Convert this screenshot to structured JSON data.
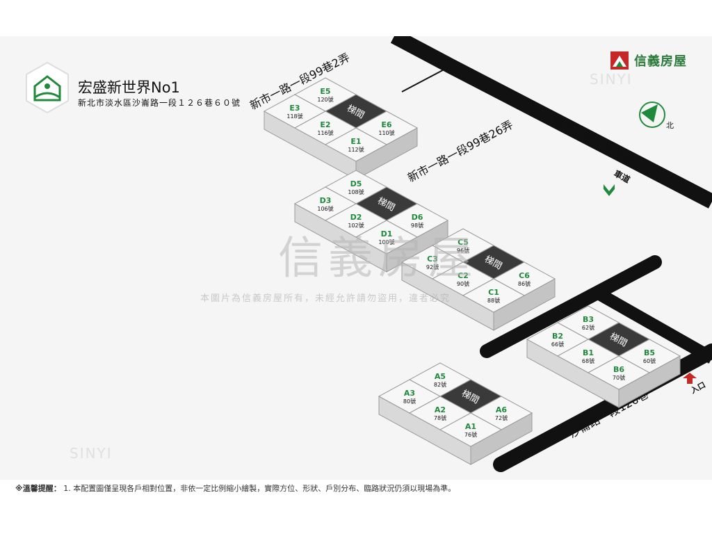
{
  "header": {
    "title": "宏盛新世界No1",
    "address": "新北市淡水區沙崙路一段１２６巷６０號",
    "brand": "信義房屋",
    "brand_color": "#1f8a3b"
  },
  "roads": {
    "road1": "新市一路一段99巷2弄",
    "road2": "新市一路一段99巷26弄",
    "road3": "新市一路一段99巷",
    "road4": "沙崙路一段126巷"
  },
  "labels": {
    "north": "北",
    "ramp": "車道",
    "entrance": "入口",
    "stair": "梯間"
  },
  "buildings": {
    "E": [
      {
        "code": "E5",
        "num": "120號"
      },
      {
        "code": "E3",
        "num": "118號"
      },
      {
        "code": "E6",
        "num": "110號"
      },
      {
        "code": "E2",
        "num": "116號"
      },
      {
        "code": "E1",
        "num": "112號"
      }
    ],
    "D": [
      {
        "code": "D5",
        "num": "108號"
      },
      {
        "code": "D3",
        "num": "106號"
      },
      {
        "code": "D6",
        "num": "98號"
      },
      {
        "code": "D2",
        "num": "102號"
      },
      {
        "code": "D1",
        "num": "100號"
      }
    ],
    "C": [
      {
        "code": "C5",
        "num": "96號"
      },
      {
        "code": "C3",
        "num": "92號"
      },
      {
        "code": "C6",
        "num": "86號"
      },
      {
        "code": "C2",
        "num": "90號"
      },
      {
        "code": "C1",
        "num": "88號"
      }
    ],
    "B": [
      {
        "code": "B3",
        "num": "62號"
      },
      {
        "code": "B2",
        "num": "66號"
      },
      {
        "code": "B5",
        "num": "60號"
      },
      {
        "code": "B1",
        "num": "68號"
      },
      {
        "code": "B6",
        "num": "70號"
      }
    ],
    "A": [
      {
        "code": "A5",
        "num": "82號"
      },
      {
        "code": "A3",
        "num": "80號"
      },
      {
        "code": "A6",
        "num": "72號"
      },
      {
        "code": "A2",
        "num": "78號"
      },
      {
        "code": "A1",
        "num": "76號"
      }
    ]
  },
  "watermark": {
    "main": "信義房屋",
    "notice": "本圖片為信義房屋所有，未經允許請勿盜用，違者必究",
    "sinyi": "SINYI"
  },
  "footer": {
    "label": "※溫馨提醒：",
    "text": "1. 本配置圖僅呈現各戶相對位置，非依一定比例縮小繪製，實際方位、形狀、戶別分布、臨路狀況仍須以現場為準。"
  },
  "colors": {
    "unit_label": "#1f8a3b",
    "road": "#111111",
    "stair": "#3a3a3a"
  }
}
